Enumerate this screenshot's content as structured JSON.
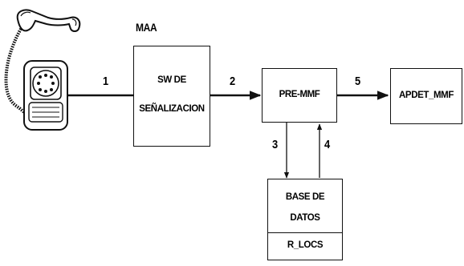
{
  "title": "MAA",
  "blocks": {
    "sw": {
      "line1": "SW DE",
      "line2": "SEÑALIZACION"
    },
    "premmf": {
      "label": "PRE-MMF"
    },
    "apdet": {
      "label": "APDET_MMF"
    },
    "db": {
      "line1": "BASE DE",
      "line2": "DATOS",
      "sub": "R_LOCS"
    }
  },
  "links": {
    "l1": "1",
    "l2": "2",
    "l3": "3",
    "l4": "4",
    "l5": "5"
  },
  "icons": {
    "phone": "telephone-icon"
  },
  "colors": {
    "ink": "#111111",
    "background": "#ffffff"
  }
}
